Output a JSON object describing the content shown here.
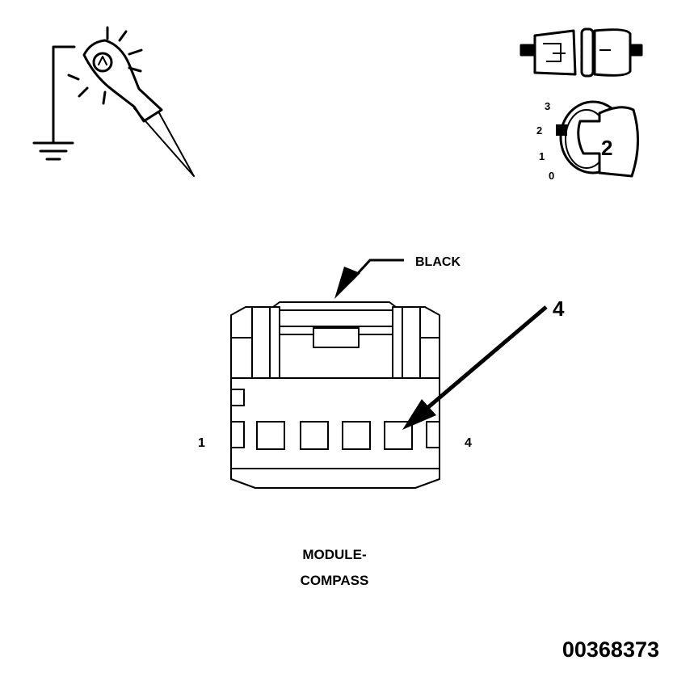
{
  "connector": {
    "color_label": "BLACK",
    "callout_pin": "4",
    "pin_left": "1",
    "pin_right": "4",
    "name_line1": "MODULE-",
    "name_line2": "COMPASS"
  },
  "ignition_key": {
    "positions": [
      "3",
      "2",
      "1",
      "0"
    ],
    "key_number": "2"
  },
  "figure_id": "00368373",
  "colors": {
    "ink": "#000000",
    "paper": "#ffffff"
  }
}
